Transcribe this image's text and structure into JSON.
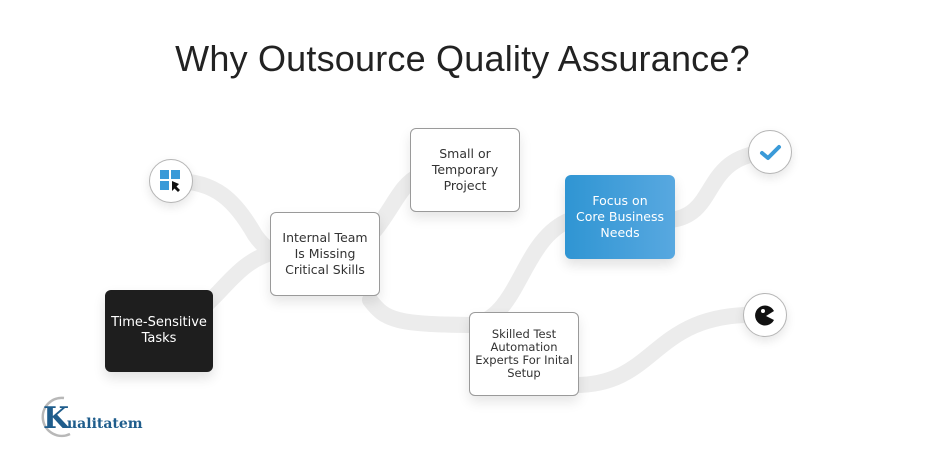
{
  "title": "Why Outsource Quality Assurance?",
  "nodes": {
    "time_sensitive": "Time-Sensitive Tasks",
    "internal_team": [
      "Internal Team",
      "Is Missing",
      "Critical Skills"
    ],
    "small_project": [
      "Small or",
      "Temporary",
      "Project"
    ],
    "focus_core": [
      "Focus on",
      "Core Business",
      "Needs"
    ],
    "skilled_experts": [
      "Skilled Test",
      "Automation",
      "Experts For Inital",
      "Setup"
    ]
  },
  "time_sensitive_lines": [
    "Time-Sensitive",
    "Tasks"
  ],
  "icons": {
    "start": "windows-cursor-icon",
    "end_top": "checkmark-icon",
    "end_bottom": "pacman-icon"
  },
  "colors": {
    "accent_blue": "#3a9ad8",
    "dark_box": "#1e1e1e",
    "path_gray": "#ececec"
  },
  "logo": {
    "letter": "K",
    "text": "ualitatem"
  }
}
